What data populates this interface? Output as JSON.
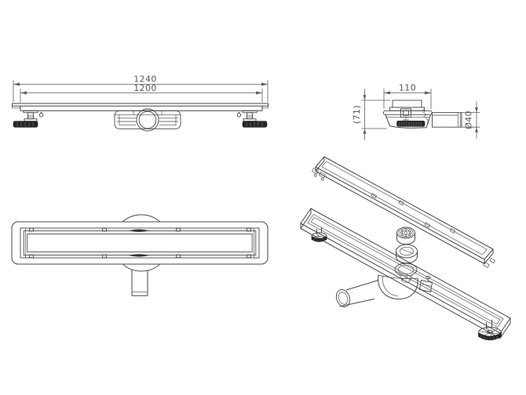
{
  "drawing": {
    "colors": {
      "background": "#ffffff",
      "line": "#474747",
      "dimension_line": "#5f5f5f",
      "dimension_text": "#555555",
      "dark_fill": "#262626"
    },
    "front_view": {
      "dim_outer_length": "1240",
      "dim_inner_length": "1200"
    },
    "side_view": {
      "dim_top_width": "110",
      "dim_height": "(71)",
      "dim_pipe_diameter": "Ø40"
    }
  }
}
